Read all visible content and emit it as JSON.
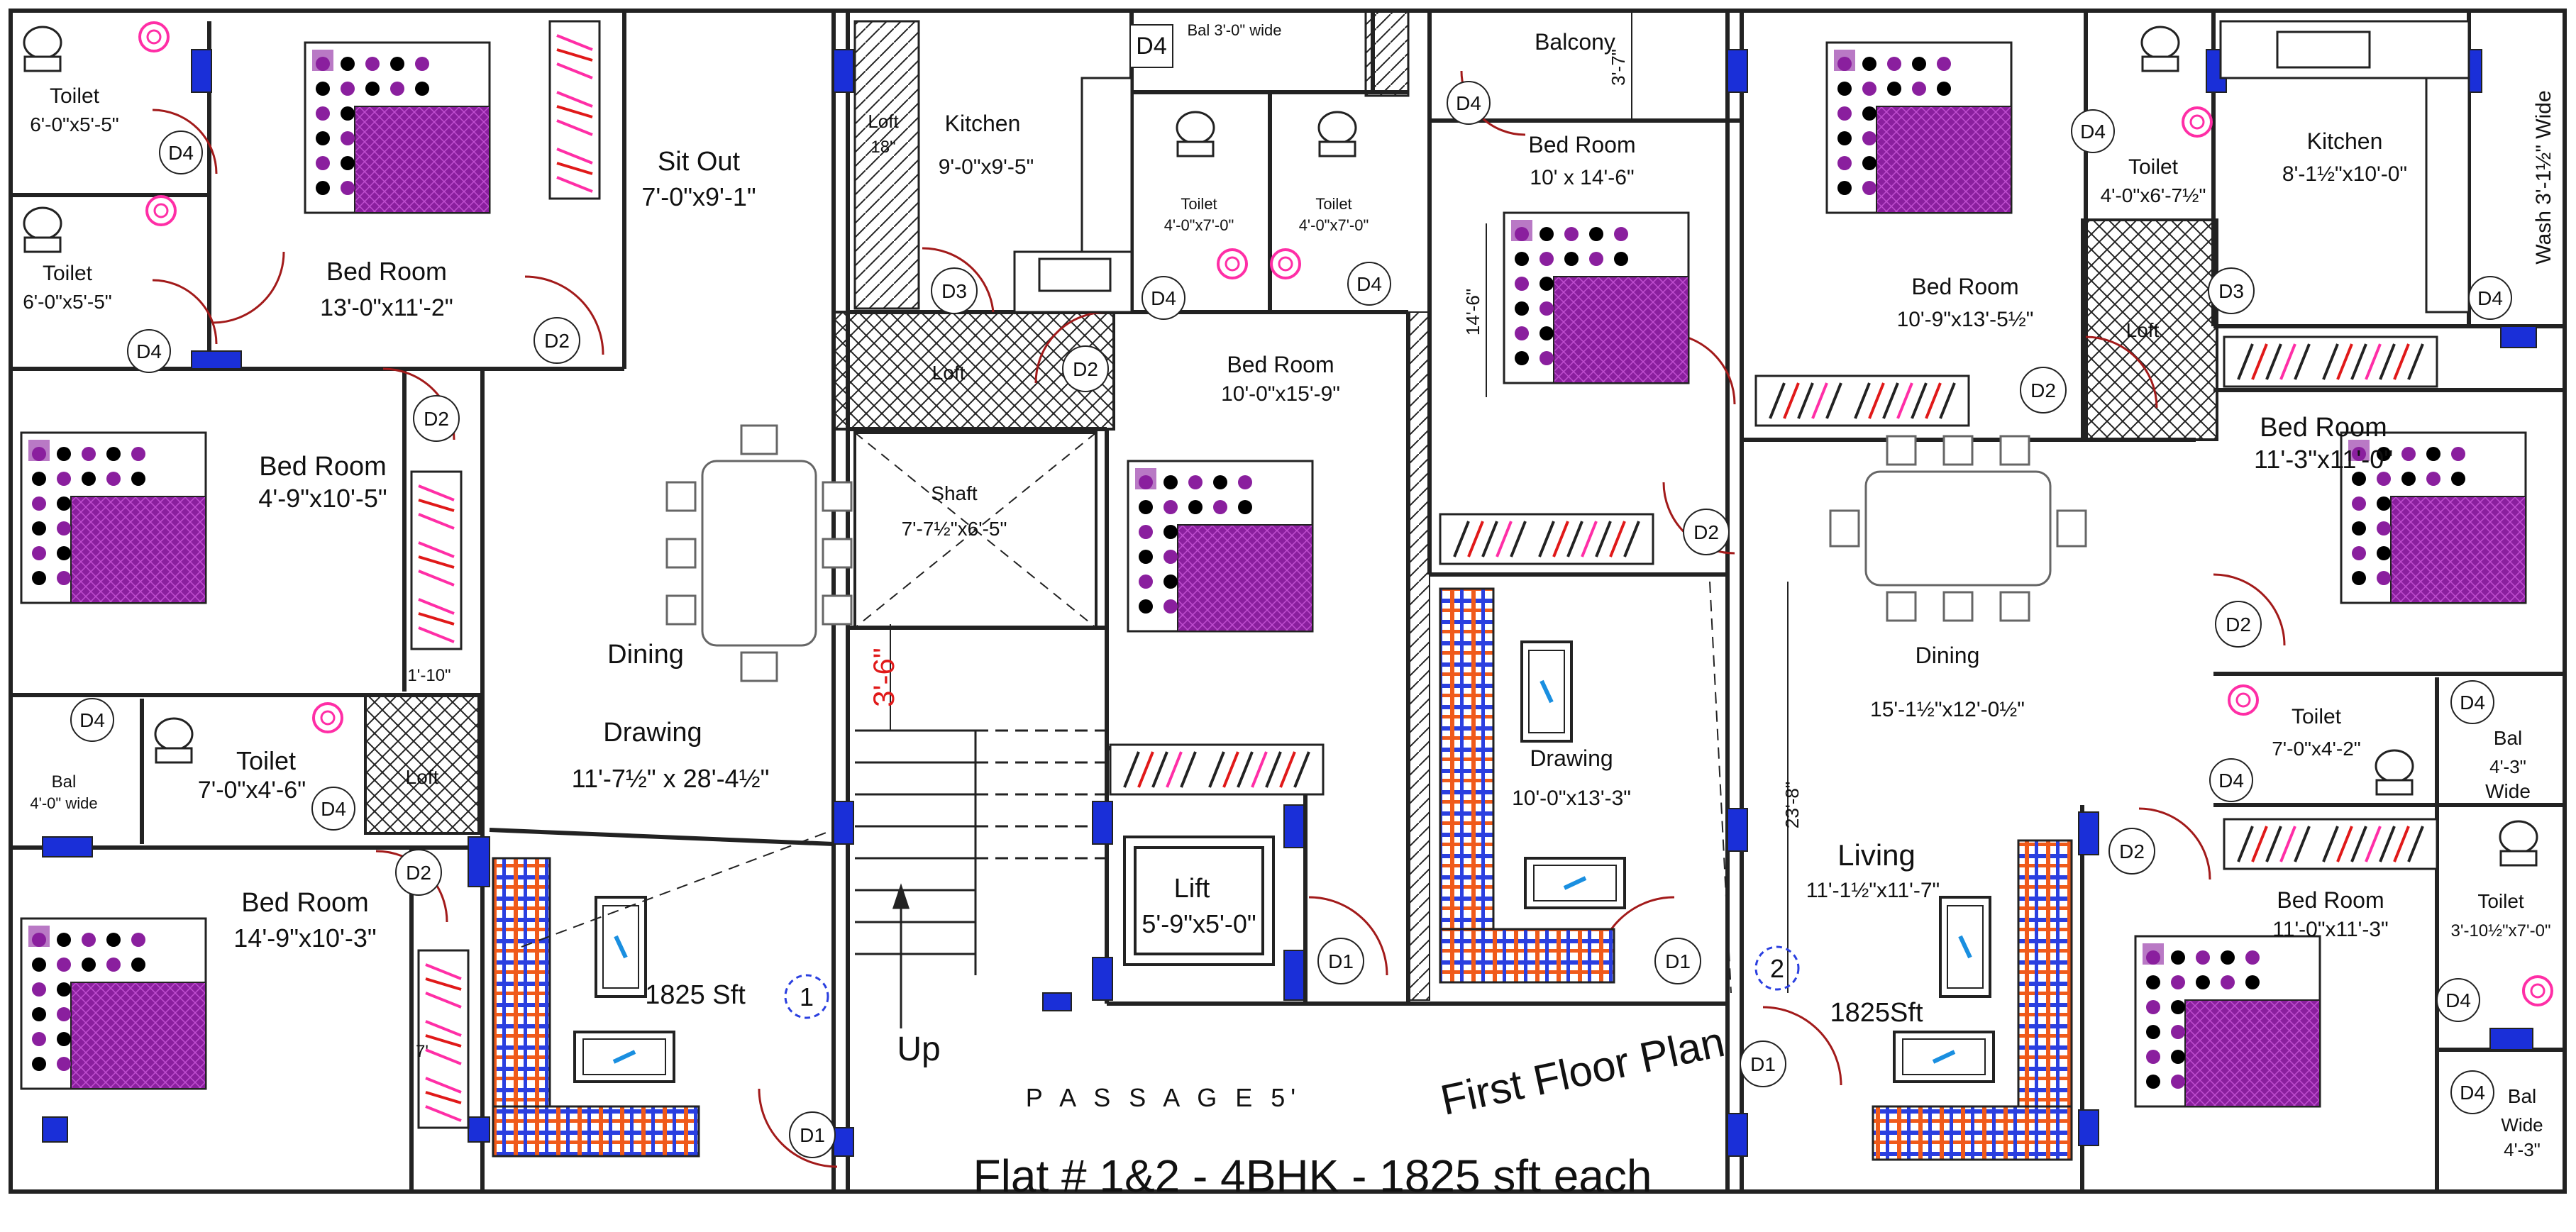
{
  "title": "Flat # 1&2 - 4BHK - 1825 sft each",
  "plan_label": "First Floor Plan",
  "passage_label": "P A S S A G E 5'",
  "up_label": "Up",
  "stair_dim": "3'-6\"",
  "colors": {
    "wall": "#222222",
    "furniture_purple": "#8a1f9e",
    "window_blue": "#1a2fd8",
    "door_red": "#a21a1a",
    "sofa_orange": "#f05a1a",
    "sofa_blue": "#2a3fe0",
    "toilet_pink": "#ff2ea6",
    "dimension_red": "#e01919",
    "flat_marker": "#2a3fe0"
  },
  "rooms": {
    "toilet_1": {
      "name": "Toilet",
      "size": "6'-0\"x5'-5\""
    },
    "toilet_2": {
      "name": "Toilet",
      "size": "6'-0\"x5'-5\""
    },
    "bed_1": {
      "name": "Bed Room",
      "size": "13'-0\"x11'-2\""
    },
    "sit_out": {
      "name": "Sit Out",
      "size": "7'-0\"x9'-1\""
    },
    "bed_2": {
      "name": "Bed Room",
      "size": "4'-9\"x10'-5\""
    },
    "bal_left": {
      "name": "Bal",
      "size": "4'-0\" wide"
    },
    "toilet_3": {
      "name": "Toilet",
      "size": "7'-0\"x4'-6\""
    },
    "dining_drawing_left": {
      "name1": "Dining",
      "name2": "Drawing",
      "size": "11'-7½\" x 28'-4½\""
    },
    "bed_3": {
      "name": "Bed Room",
      "size": "14'-9\"x10'-3\""
    },
    "flat1_area": "1825 Sft",
    "flat1_marker": "1",
    "loft_kitchen": {
      "name": "Loft",
      "size": "18\""
    },
    "kitchen_1": {
      "name": "Kitchen",
      "size": "9'-0\"x9'-5\""
    },
    "bal_top": "Bal 3'-0\" wide",
    "toilet_4": {
      "name": "Toilet",
      "size": "4'-0\"x7'-0\""
    },
    "toilet_5": {
      "name": "Toilet",
      "size": "4'-0\"x7'-0\""
    },
    "loft_mid": "Loft",
    "loft_left": "Loft",
    "shaft": {
      "name": "Shaft",
      "size": "7'-7½\"x6'-5\""
    },
    "bed_4": {
      "name": "Bed Room",
      "size": "10'-0\"x15'-9\""
    },
    "lift": {
      "name": "Lift",
      "size": "5'-9\"x5'-0\""
    },
    "balcony": {
      "name": "Balcony",
      "size": "3'-7\""
    },
    "bed_5": {
      "name": "Bed Room",
      "size": "10' x 14'-6\""
    },
    "dim_14_6": "14'-6\"",
    "drawing_right": {
      "name": "Drawing",
      "size": "10'-0\"x13'-3\""
    },
    "bed_6": {
      "name": "Bed Room",
      "size": "10'-9\"x13'-5½\""
    },
    "toilet_6": {
      "name": "Toilet",
      "size": "4'-0\"x6'-7½\""
    },
    "loft_right": "Loft",
    "kitchen_2": {
      "name": "Kitchen",
      "size": "8'-1½\"x10'-0\""
    },
    "wash": "Wash 3'-1½\" Wide",
    "dining_right": {
      "name": "Dining",
      "size": "15'-1½\"x12'-0½\""
    },
    "living": {
      "name": "Living",
      "size": "11'-1½\"x11'-7\""
    },
    "dim_23_8": "23'-8\"",
    "flat2_area": "1825Sft",
    "flat2_marker": "2",
    "bed_7": {
      "name": "Bed Room",
      "size": "11'-3\"x11'-0\""
    },
    "toilet_7": {
      "name": "Toilet",
      "size": "7'-0\"x4'-2\""
    },
    "bal_right_1": {
      "name": "Bal",
      "size1": "4'-3\"",
      "size2": "Wide"
    },
    "bed_8": {
      "name": "Bed Room",
      "size": "11'-0\"x11'-3\""
    },
    "toilet_8": {
      "name": "Toilet",
      "size": "3'-10½\"x7'-0\""
    },
    "bal_right_2": {
      "name": "Bal",
      "size1": "Wide",
      "size2": "4'-3\""
    },
    "dim_1_10": "1'-10\"",
    "dim_7": "7'"
  },
  "doors": {
    "d1": "D1",
    "d2": "D2",
    "d3": "D3",
    "d4": "D4"
  }
}
